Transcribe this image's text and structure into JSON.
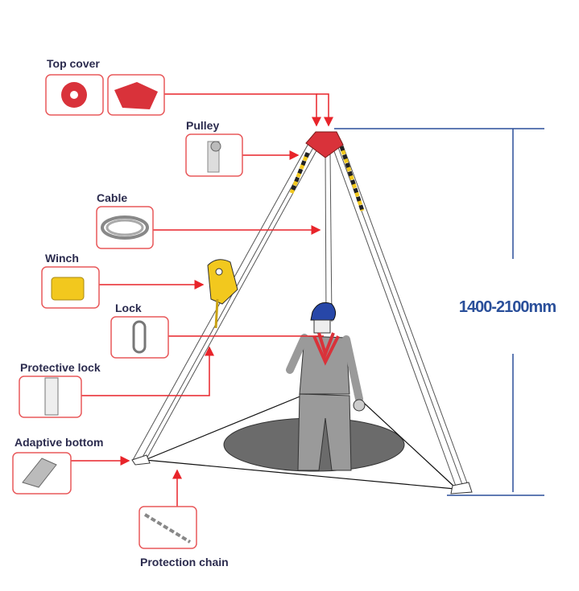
{
  "labels": {
    "top_cover": "Top cover",
    "pulley": "Pulley",
    "cable": "Cable",
    "winch": "Winch",
    "lock": "Lock",
    "protective_lock": "Protective lock",
    "adaptive_bottom": "Adaptive bottom",
    "protection_chain": "Protection chain"
  },
  "dimension": {
    "height_range": "1400-2100mm"
  },
  "colors": {
    "label": "#2b2b4e",
    "leader": "#e8242a",
    "dimension": "#2a4f9a",
    "top_cover": "#d9323a",
    "winch": "#f2c81e"
  }
}
